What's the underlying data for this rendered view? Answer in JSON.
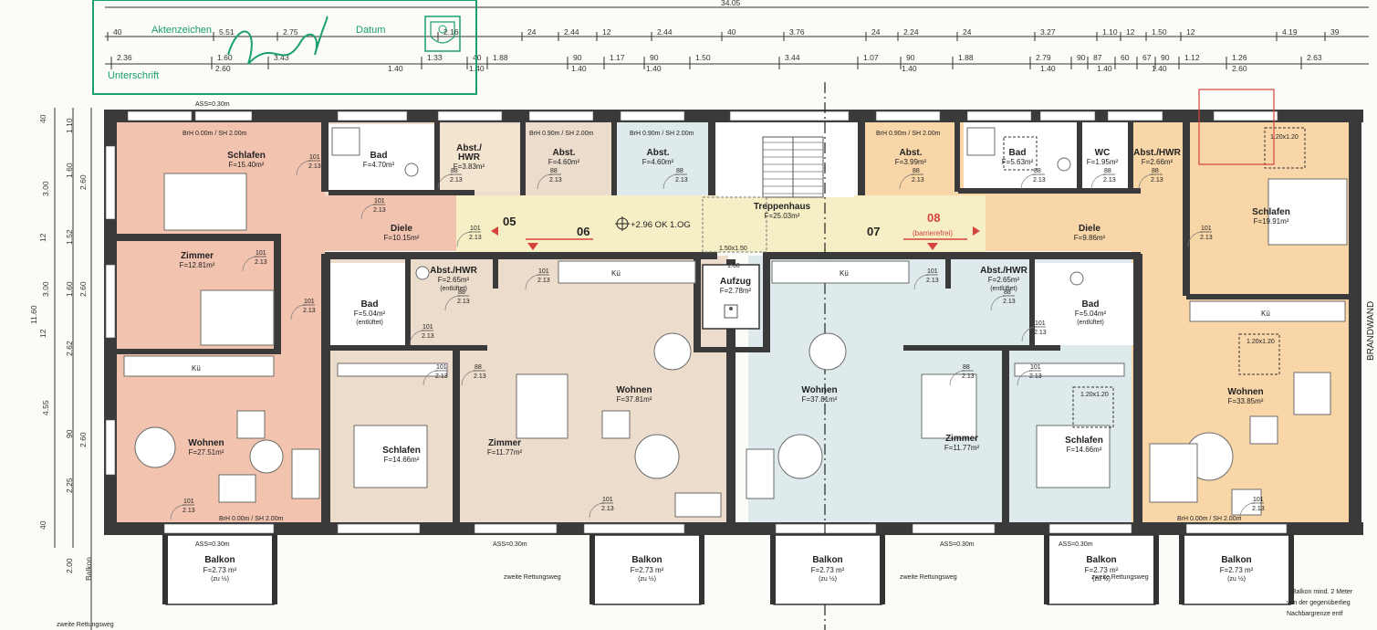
{
  "colors": {
    "unit05": "#f2c4b0",
    "unit06": "#ecdccb",
    "unit07": "#dfeaec",
    "unit08": "#f8d6a8",
    "stair": "#f6efc6",
    "stamp": "#1aa06a",
    "accent_red": "#d6433c"
  },
  "stamp": {
    "aktenzeichen": "Aktenzeichen",
    "datum": "Datum",
    "unterschrift": "Unterschrift"
  },
  "dims": {
    "total": "34.05",
    "row1": [
      "40",
      "5.51",
      "2.75",
      "2.16",
      "24",
      "2.44",
      "12",
      "2.44",
      "40",
      "3.76",
      "24",
      "2.24",
      "24",
      "3.27",
      "1.10",
      "12",
      "1.50",
      "12",
      "4.19",
      "39"
    ],
    "row2": [
      "2.36",
      "1.60",
      "3.43",
      "1.33",
      "40",
      "1.88",
      "90",
      "1.17",
      "90",
      "1.50",
      "3.44",
      "1.07",
      "90",
      "1.88",
      "2.79",
      "90",
      "87",
      "60",
      "67",
      "90",
      "1.12",
      "1.26",
      "2.63"
    ],
    "row2_sub": [
      "2.60",
      "1.40",
      "1.40",
      "1.40",
      "1.40",
      "1.40",
      "1.40",
      "1.40",
      "1.40",
      "2.60"
    ],
    "left": [
      "40",
      "1.10",
      "3.00",
      "1.60",
      "2.60",
      "12",
      "1.52",
      "3.00",
      "1.60",
      "2.60",
      "12",
      "2.62",
      "4.55",
      "2.60",
      "90",
      "2.25",
      "40",
      "2.00",
      "Balkon"
    ],
    "left_total": "11.60"
  },
  "units": {
    "u05": "05",
    "u06": "06",
    "u07": "07",
    "u08": "08",
    "u08_note": "(barrierefrei)",
    "level": "+2.96 OK 1.OG"
  },
  "rooms": [
    {
      "name": "Schlafen",
      "area": "F=15.40m²"
    },
    {
      "name": "Bad",
      "area": "F=4.70m²"
    },
    {
      "name": "Abst./\nHWR",
      "area": "F=3.83m²"
    },
    {
      "name": "Abst.",
      "area": "F=4.60m²"
    },
    {
      "name": "Abst.",
      "area": "F=4.60m²"
    },
    {
      "name": "Diele",
      "area": "F=10.15m²"
    },
    {
      "name": "Zimmer",
      "area": "F=12.81m²"
    },
    {
      "name": "Wohnen",
      "area": "F=27.51m²"
    },
    {
      "name": "Abst./HWR",
      "area": "F=2.65m²"
    },
    {
      "name": "Bad",
      "area": "F=5.04m²"
    },
    {
      "name": "Schlafen",
      "area": "F=14.66m²"
    },
    {
      "name": "Zimmer",
      "area": "F=11.77m²"
    },
    {
      "name": "Wohnen",
      "area": "F=37.81m²"
    },
    {
      "name": "Treppenhaus",
      "area": "F=25.03m²"
    },
    {
      "name": "Aufzug",
      "area": "F=2.78m²"
    },
    {
      "name": "Wohnen",
      "area": "F=37.81m²"
    },
    {
      "name": "Zimmer",
      "area": "F=11.77m²"
    },
    {
      "name": "Schlafen",
      "area": "F=14.66m²"
    },
    {
      "name": "Abst./HWR",
      "area": "F=2.65m²"
    },
    {
      "name": "Bad",
      "area": "F=5.04m²"
    },
    {
      "name": "Abst.",
      "area": "F=3.99m²"
    },
    {
      "name": "Bad",
      "area": "F=5.63m²"
    },
    {
      "name": "WC",
      "area": "F=1.95m²"
    },
    {
      "name": "Abst./HWR",
      "area": "F=2.66m²"
    },
    {
      "name": "Diele",
      "area": "F=9.86m²"
    },
    {
      "name": "Schlafen",
      "area": "F=19.91m²"
    },
    {
      "name": "Wohnen",
      "area": "F=33.85m²"
    }
  ],
  "notes": {
    "entluftet": "(entlüftet)",
    "ku": "Kü",
    "door_w": "101",
    "door_h": "2.13",
    "door_w_small": "88",
    "door_h_small": "2.13",
    "ass": "ASS=0.30m",
    "sill": "BrH 0.90m / SH 2.00m",
    "sill_door": "BrH 0.00m / SH 2.00m",
    "box_120": "1.20x1.20",
    "box_150": "1.50x1.50",
    "dim_160": "1.60",
    "zweite": "zweite Rettungsweg",
    "brandwand": "BRANDWAND",
    "balkon_note": [
      "Balkon mind. 2 Meter",
      "von der gegenüberlieg",
      "Nachbargrenze entf"
    ]
  },
  "balconies": [
    {
      "name": "Balkon",
      "area": "F=2.73 m²",
      "note": "(zu ½)"
    },
    {
      "name": "Balkon",
      "area": "F=2.73 m²",
      "note": "(zu ½)"
    },
    {
      "name": "Balkon",
      "area": "F=2.73 m²",
      "note": "(zu ½)"
    },
    {
      "name": "Balkon",
      "area": "F=2.73 m²",
      "note": "(zu ½)"
    },
    {
      "name": "Balkon",
      "area": "F=2.73 m²",
      "note": "(zu ½)"
    }
  ]
}
